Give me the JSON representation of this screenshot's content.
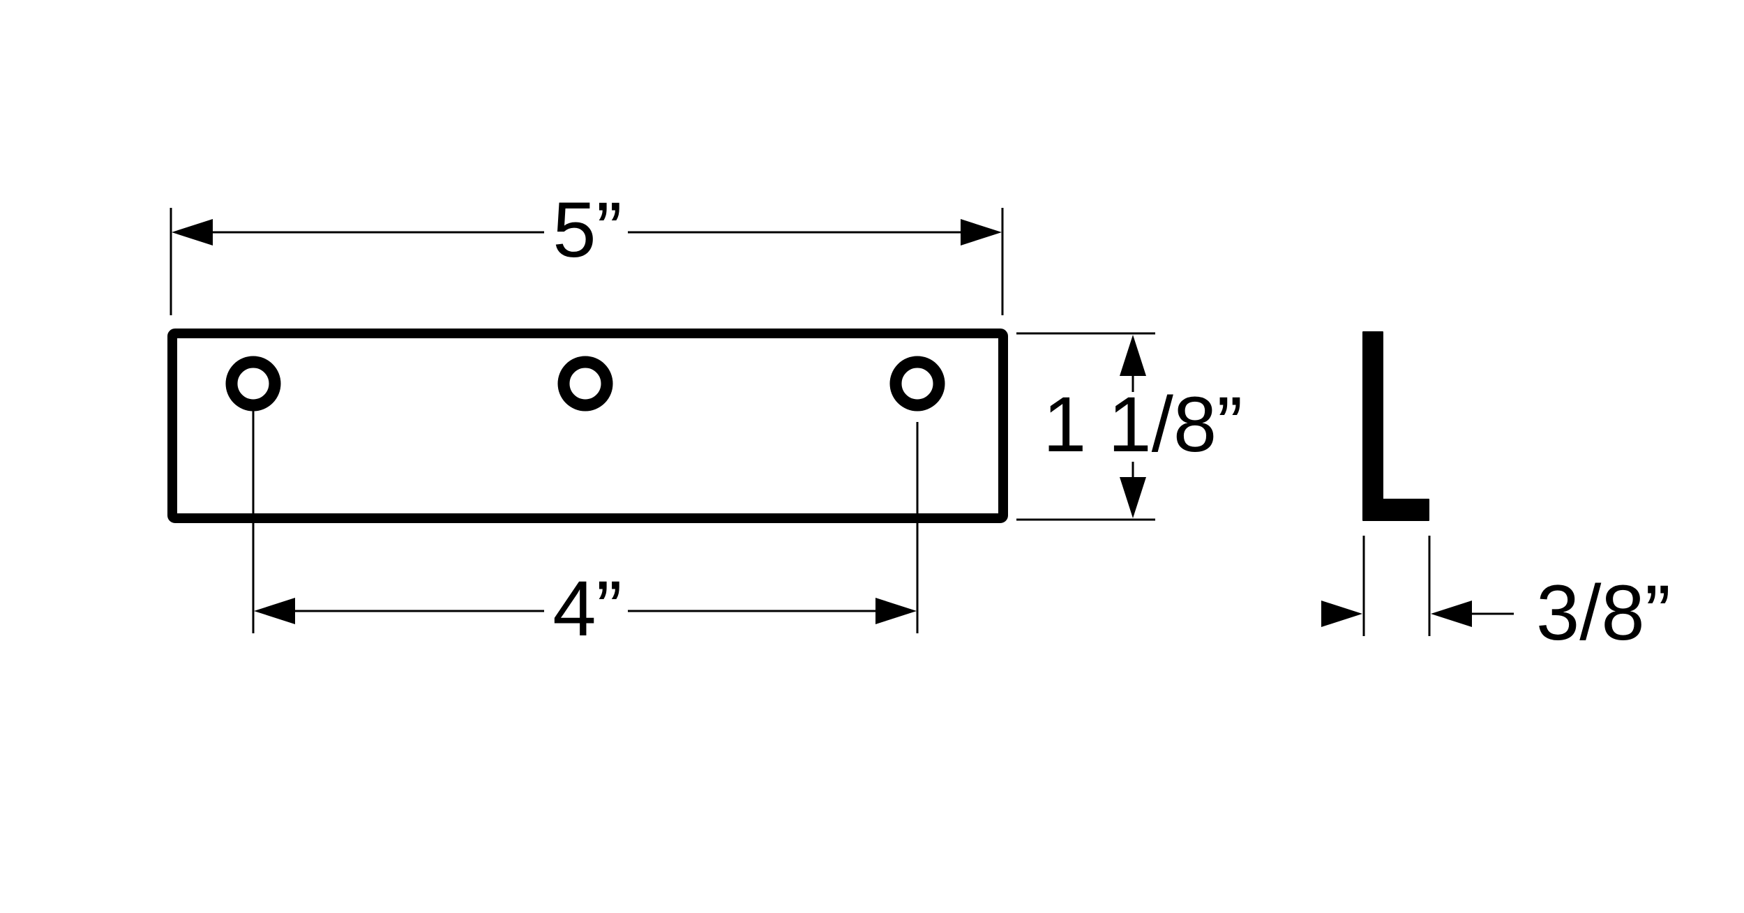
{
  "dimensions": {
    "overall_length": "5”",
    "hole_spacing": "4”",
    "height": "1 1/8”",
    "thickness": "3/8”"
  },
  "holes": {
    "count": 3
  },
  "colors": {
    "line": "#000000",
    "background": "#ffffff"
  }
}
